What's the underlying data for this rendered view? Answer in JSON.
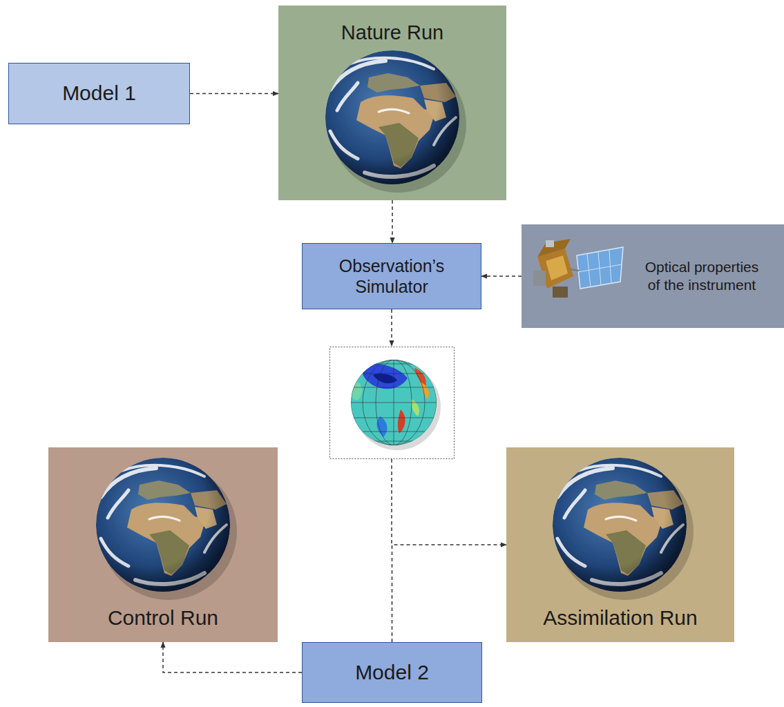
{
  "diagram": {
    "nodes": [
      {
        "text": [
          "Model 1"
        ]
      },
      {
        "text": [
          "Nature Run"
        ]
      },
      {
        "text": [
          "Observation’s Simulator"
        ]
      },
      {
        "text": [
          "Optical properties of the instrument"
        ]
      },
      {
        "text": [
          "Control Run"
        ]
      },
      {
        "text": [
          "Assimilation Run"
        ]
      },
      {
        "text": [
          "Model 2"
        ]
      }
    ],
    "edges": [
      {
        "from": 0,
        "to": 1,
        "arrow": "to"
      },
      {
        "from": 1,
        "to": 2,
        "arrow": "to"
      },
      {
        "from": 3,
        "to": 2,
        "arrow": "to"
      },
      {
        "from": 6,
        "to": 5,
        "arrow": "to"
      },
      {
        "from": 6,
        "to": 4,
        "arrow": "to"
      }
    ]
  }
}
